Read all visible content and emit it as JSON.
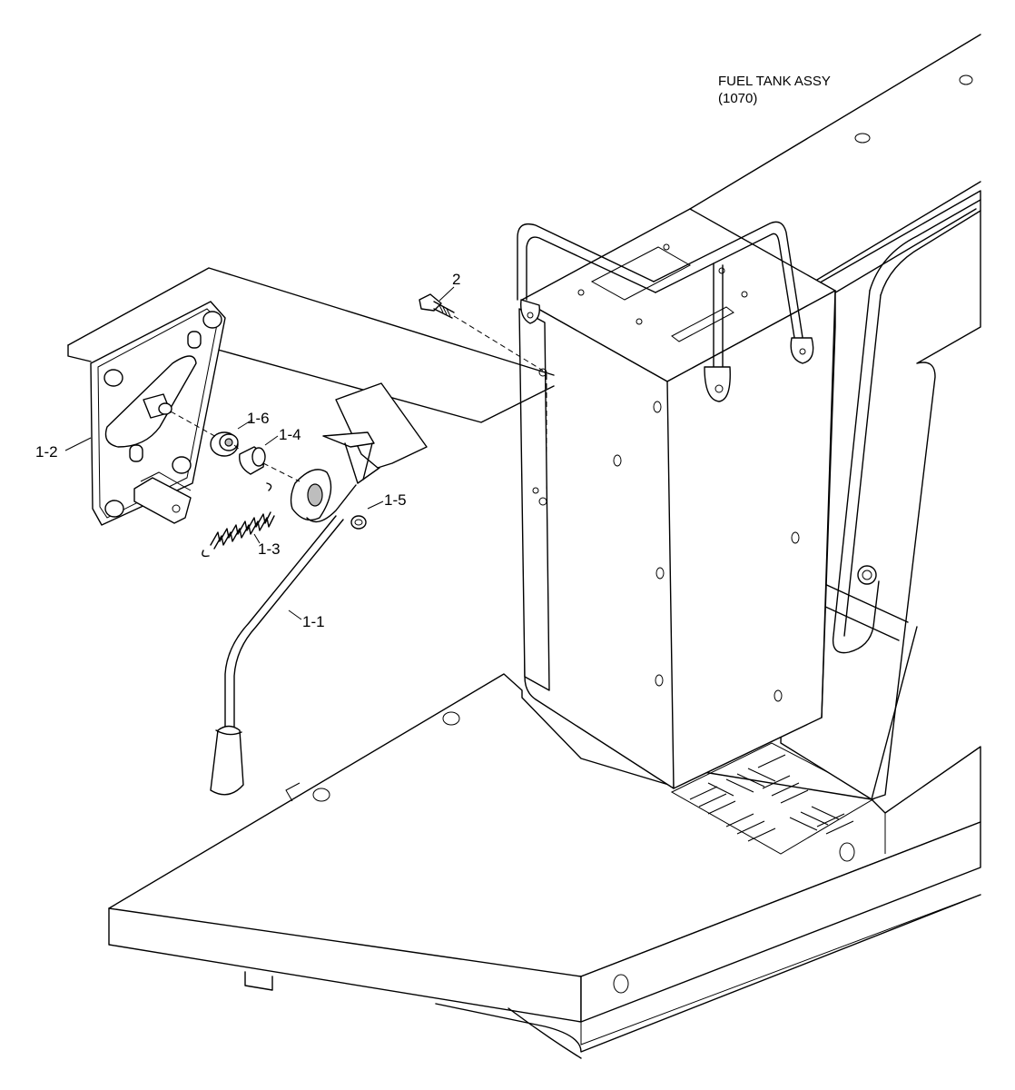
{
  "diagram": {
    "reference_title": "FUEL TANK ASSY",
    "reference_number": "(1070)",
    "callouts": [
      {
        "id": "callout-2",
        "label": "2"
      },
      {
        "id": "callout-1-6",
        "label": "1-6"
      },
      {
        "id": "callout-1-4",
        "label": "1-4"
      },
      {
        "id": "callout-1-2",
        "label": "1-2"
      },
      {
        "id": "callout-1-5",
        "label": "1-5"
      },
      {
        "id": "callout-1-3",
        "label": "1-3"
      },
      {
        "id": "callout-1-1",
        "label": "1-1"
      }
    ]
  }
}
